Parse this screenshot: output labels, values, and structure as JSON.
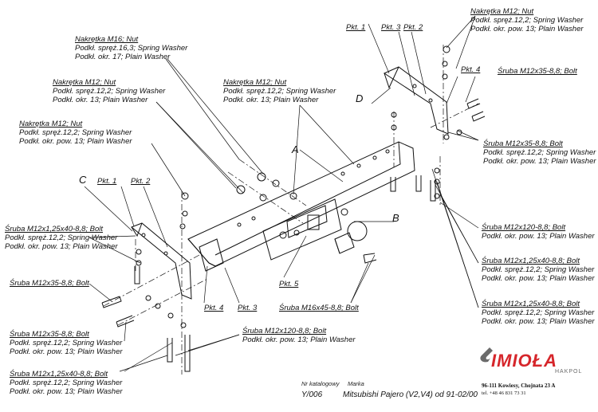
{
  "labels": {
    "nut_m16": [
      "Nakrętka M16; Nut",
      "Podkł. spręż.16,3; Spring Washer",
      "Podkł. okr. 17; Plain Washer"
    ],
    "nut_m12_top": [
      "Nakrętka M12; Nut",
      "Podkł. spręż.12,2; Spring Washer",
      "Podkł. okr. 13; Plain Washer"
    ],
    "nut_m12_center": [
      "Nakrętka M12; Nut",
      "Podkł. spręż.12,2; Spring Washer",
      "Podkł. okr. 13; Plain Washer"
    ],
    "nut_m12_left": [
      "Nakrętka M12; Nut",
      "Podkł. spręż.12,2; Spring Washer",
      "Podkł. okr. pow. 13; Plain Washer"
    ],
    "nut_m12_right": [
      "Nakrętka M12; Nut",
      "Podkł. spręż.12,2; Spring Washer",
      "Podkł. okr. pow. 13; Plain Washer"
    ],
    "bolt_m12x35_top_right": [
      "Śruba M12x35-8,8; Bolt"
    ],
    "bolt_m12x35_right": [
      "Śruba M12x35-8,8; Bolt",
      "Podkł. spręż.12,2; Spring Washer",
      "Podkł. okr. pow. 13; Plain Washer"
    ],
    "bolt_m12x120_right": [
      "Śruba M12x120-8,8; Bolt",
      "Podkł. okr. pow. 13; Plain Washer"
    ],
    "bolt_m12x125x40_right_1": [
      "Śruba M12x1,25x40-8,8; Bolt",
      "Podkł. spręż.12,2; Spring Washer",
      "Podkł. okr. pow. 13; Plain Washer"
    ],
    "bolt_m12x125x40_right_2": [
      "Śruba M12x1,25x40-8,8; Bolt",
      "Podkł. spręż.12,2; Spring Washer",
      "Podkł. okr. pow. 13; Plain Washer"
    ],
    "bolt_m12x125x40_left_1": [
      "Śruba M12x1,25x40-8,8; Bolt",
      "Podkł. spręż.12,2; Spring Washer",
      "Podkł. okr. pow. 13; Plain Washer"
    ],
    "bolt_m12x35_left": [
      "Śruba M12x35-8,8; Bolt"
    ],
    "bolt_m12x35_left_2": [
      "Śruba M12x35-8,8; Bolt",
      "Podkł. spręż.12,2; Spring Washer",
      "Podkł. okr. pow. 13; Plain Washer"
    ],
    "bolt_m12x120_bottom": [
      "Śruba M12x120-8,8; Bolt",
      "Podkł. okr. pow. 13; Plain Washer"
    ],
    "bolt_m12x125x40_left_2": [
      "Śruba M12x1,25x40-8,8; Bolt",
      "Podkł. spręż.12,2; Spring Washer",
      "Podkł. okr. pow. 13; Plain Washer"
    ],
    "bolt_m16x45": [
      "Śruba M16x45-8,8; Bolt"
    ]
  },
  "pkt": {
    "top_1": "Pkt. 1",
    "top_3": "Pkt. 3",
    "top_2": "Pkt. 2",
    "top_4": "Pkt. 4",
    "left_1": "Pkt. 1",
    "left_2": "Pkt. 2",
    "bottom_4": "Pkt. 4",
    "bottom_3": "Pkt. 3",
    "bottom_5": "Pkt. 5"
  },
  "letters": {
    "a": "A",
    "b": "B",
    "c": "C",
    "d": "D"
  },
  "footer": {
    "catalog_head": "Nr katalogowy",
    "catalog_value": "Y/006",
    "brand_head": "Marka",
    "brand_value": "Mitsubishi Pajero (V2,V4)  od  91-02/00",
    "company_logo": "IMIOŁA",
    "company_sub": "HAKPOL",
    "address": "96-111 Kowiesy, Chojnata 23 A",
    "phone": "tel. +48 46 831 73 31"
  },
  "colors": {
    "ink": "#111111",
    "logo_red": "#d6262b",
    "logo_grey": "#6b6b6b"
  }
}
